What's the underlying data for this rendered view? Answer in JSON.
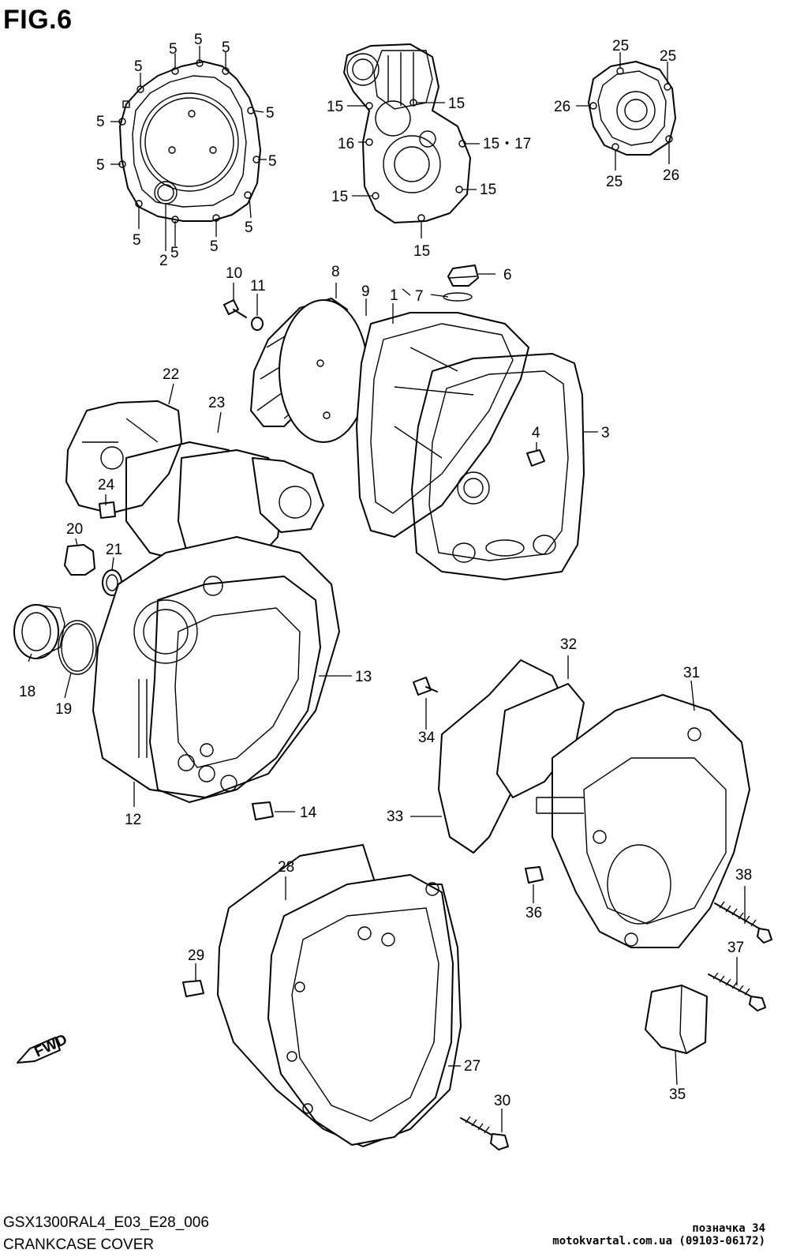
{
  "figure": {
    "title": "FIG.6"
  },
  "footer": {
    "model_code": "GSX1300RAL4_E03_E28_006",
    "section_name": "CRANKCASE COVER"
  },
  "watermark": {
    "line1": "позначка 34",
    "line2": "motokvartal.com.ua (09103-06172)"
  },
  "direction_badge": {
    "label": "FWD"
  },
  "callouts": {
    "c1": "1",
    "c2": "2",
    "c3": "3",
    "c4": "4",
    "c6": "6",
    "c7": "7",
    "c8": "8",
    "c9": "9",
    "c10": "10",
    "c11": "11",
    "c12": "12",
    "c13": "13",
    "c14": "14",
    "c16": "16",
    "c15_17": "15・17",
    "c18": "18",
    "c19": "19",
    "c20": "20",
    "c21": "21",
    "c22": "22",
    "c23": "23",
    "c24": "24",
    "c27": "27",
    "c28": "28",
    "c29": "29",
    "c30": "30",
    "c31": "31",
    "c32": "32",
    "c33": "33",
    "c34": "34",
    "c35": "35",
    "c36": "36",
    "c37": "37",
    "c38": "38",
    "c5": "5",
    "c15": "15",
    "c25": "25",
    "c26": "26"
  }
}
